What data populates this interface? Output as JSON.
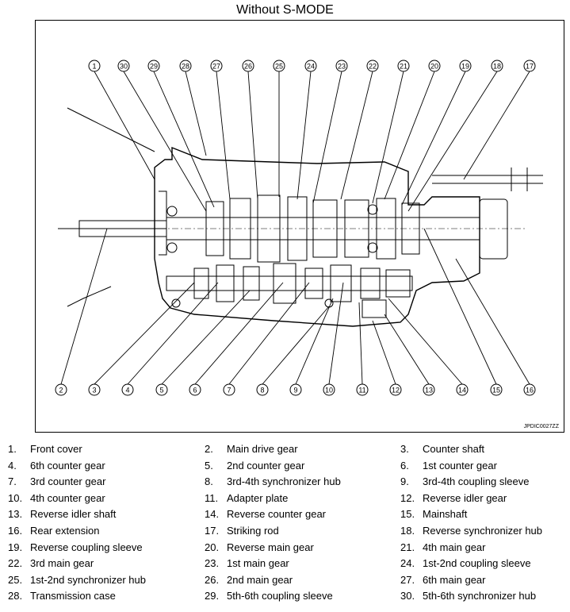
{
  "title": "Without S-MODE",
  "figure_code": "JPDIC0027ZZ",
  "callouts_top": [
    "1",
    "30",
    "29",
    "28",
    "27",
    "26",
    "25",
    "24",
    "23",
    "22",
    "21",
    "20",
    "19",
    "18",
    "17"
  ],
  "callouts_bottom": [
    "2",
    "3",
    "4",
    "5",
    "6",
    "7",
    "8",
    "9",
    "10",
    "11",
    "12",
    "13",
    "14",
    "15",
    "16"
  ],
  "legend": [
    {
      "num": "1.",
      "label": "Front cover"
    },
    {
      "num": "2.",
      "label": "Main drive gear"
    },
    {
      "num": "3.",
      "label": "Counter shaft"
    },
    {
      "num": "4.",
      "label": "6th counter gear"
    },
    {
      "num": "5.",
      "label": "2nd counter gear"
    },
    {
      "num": "6.",
      "label": "1st counter gear"
    },
    {
      "num": "7.",
      "label": "3rd counter gear"
    },
    {
      "num": "8.",
      "label": "3rd-4th synchronizer hub"
    },
    {
      "num": "9.",
      "label": "3rd-4th coupling sleeve"
    },
    {
      "num": "10.",
      "label": "4th counter gear"
    },
    {
      "num": "11.",
      "label": "Adapter plate"
    },
    {
      "num": "12.",
      "label": "Reverse idler gear"
    },
    {
      "num": "13.",
      "label": "Reverse idler shaft"
    },
    {
      "num": "14.",
      "label": "Reverse counter gear"
    },
    {
      "num": "15.",
      "label": "Mainshaft"
    },
    {
      "num": "16.",
      "label": "Rear extension"
    },
    {
      "num": "17.",
      "label": "Striking rod"
    },
    {
      "num": "18.",
      "label": "Reverse synchronizer hub"
    },
    {
      "num": "19.",
      "label": "Reverse coupling sleeve"
    },
    {
      "num": "20.",
      "label": "Reverse main gear"
    },
    {
      "num": "21.",
      "label": "4th main gear"
    },
    {
      "num": "22.",
      "label": "3rd main gear"
    },
    {
      "num": "23.",
      "label": "1st main gear"
    },
    {
      "num": "24.",
      "label": "1st-2nd coupling sleeve"
    },
    {
      "num": "25.",
      "label": "1st-2nd synchronizer hub"
    },
    {
      "num": "26.",
      "label": "2nd main gear"
    },
    {
      "num": "27.",
      "label": "6th main gear"
    },
    {
      "num": "28.",
      "label": "Transmission case"
    },
    {
      "num": "29.",
      "label": "5th-6th coupling sleeve"
    },
    {
      "num": "30.",
      "label": "5th-6th synchronizer hub"
    }
  ]
}
